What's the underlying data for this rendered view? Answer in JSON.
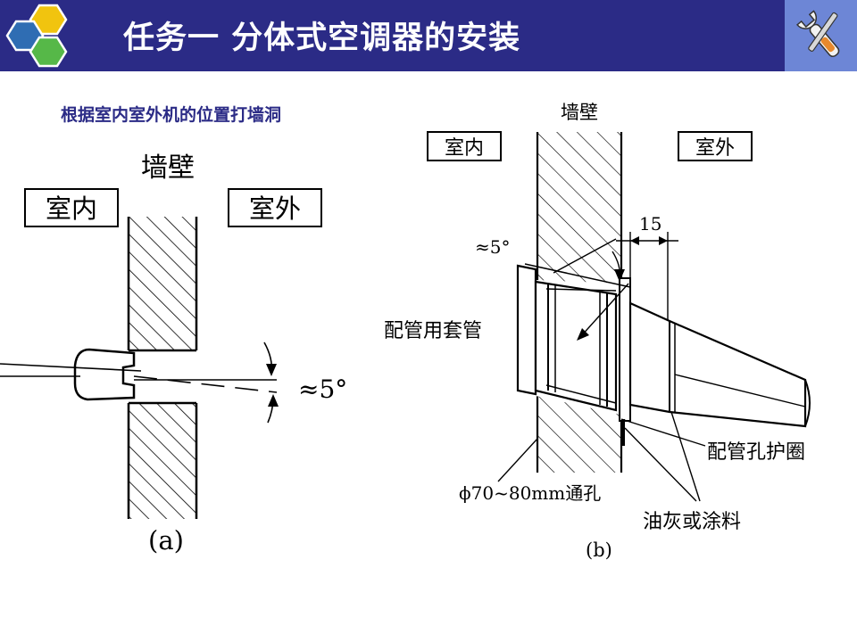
{
  "header": {
    "title": "任务一 分体式空调器的安装"
  },
  "subtitle": "根据室内室外机的位置打墙洞",
  "figure_a": {
    "wall_label": "墙壁",
    "indoor_label": "室内",
    "outdoor_label": "室外",
    "angle_label": "≈5°",
    "caption": "(a)"
  },
  "figure_b": {
    "wall_label": "墙壁",
    "indoor_label": "室内",
    "outdoor_label": "室外",
    "dimension_label": "15",
    "angle_label": "≈5°",
    "sleeve_label": "配管用套管",
    "hole_label": "ϕ70~80mm通孔",
    "ring_label": "配管孔护圈",
    "putty_label": "油灰或涂料",
    "caption": "(b)"
  },
  "colors": {
    "header_bg": "#2b2b86",
    "subtitle": "#2b2b86",
    "tool_bg": "#6d86d6",
    "hex_blue": "#2f6db3",
    "hex_yellow": "#f1c40f",
    "hex_green": "#56b848",
    "hex_lightblue": "#4fb3e6"
  },
  "icons": [
    "hexagon-logo-icon",
    "wrench-icon"
  ]
}
